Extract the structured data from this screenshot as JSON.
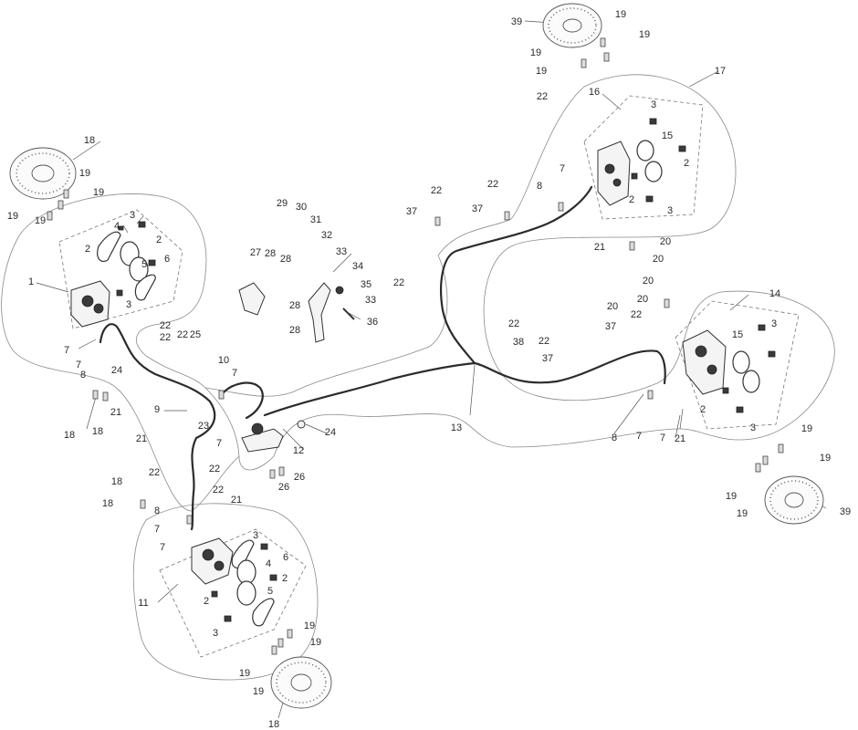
{
  "labels": [
    "1",
    "2",
    "3",
    "4",
    "5",
    "6",
    "7",
    "8",
    "9",
    "10",
    "11",
    "12",
    "13",
    "14",
    "15",
    "16",
    "17",
    "18",
    "19",
    "20",
    "21",
    "22",
    "23",
    "24",
    "25",
    "26",
    "27",
    "28",
    "29",
    "30",
    "31",
    "32",
    "33",
    "34",
    "35",
    "36",
    "37",
    "38",
    "39"
  ]
}
